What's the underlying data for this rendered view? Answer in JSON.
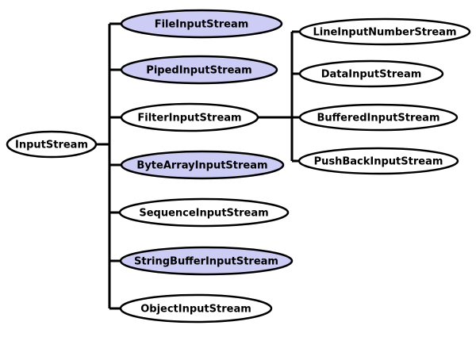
{
  "colors": {
    "highlight": "#ccccf4",
    "plain": "#ffffff",
    "stroke": "#000000"
  },
  "root": {
    "label": "InputStream"
  },
  "children": [
    {
      "label": "FileInputStream",
      "highlighted": true
    },
    {
      "label": "PipedInputStream",
      "highlighted": true
    },
    {
      "label": "FilterInputStream",
      "highlighted": false
    },
    {
      "label": "ByteArrayInputStream",
      "highlighted": true
    },
    {
      "label": "SequenceInputStream",
      "highlighted": false
    },
    {
      "label": "StringBufferInputStream",
      "highlighted": true
    },
    {
      "label": "ObjectInputStream",
      "highlighted": false
    }
  ],
  "filter_children": [
    {
      "label": "LineInputNumberStream",
      "highlighted": false
    },
    {
      "label": "DataInputStream",
      "highlighted": false
    },
    {
      "label": "BufferedInputStream",
      "highlighted": false
    },
    {
      "label": "PushBackInputStream",
      "highlighted": false
    }
  ]
}
